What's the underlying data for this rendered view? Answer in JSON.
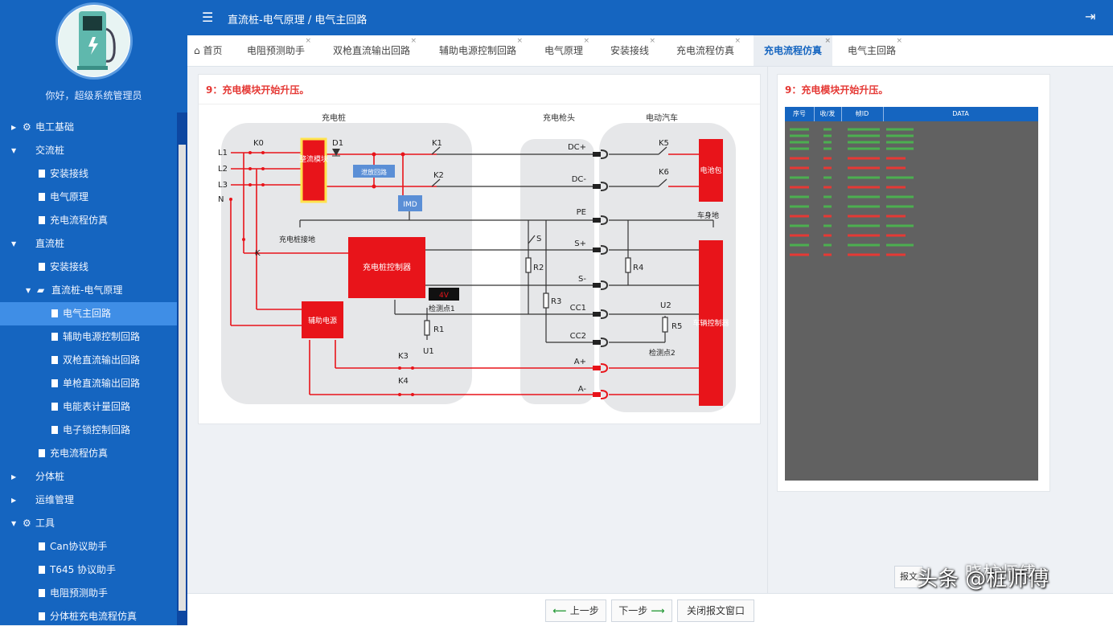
{
  "sidebar": {
    "greeting": "你好，超级系统管理员",
    "items": [
      {
        "label": "电工基础"
      },
      {
        "label": "交流桩"
      },
      {
        "label": "安装接线"
      },
      {
        "label": "电气原理"
      },
      {
        "label": "充电流程仿真"
      },
      {
        "label": "直流桩"
      },
      {
        "label": "安装接线"
      },
      {
        "label": "直流桩-电气原理"
      },
      {
        "label": "电气主回路"
      },
      {
        "label": "辅助电源控制回路"
      },
      {
        "label": "双枪直流输出回路"
      },
      {
        "label": "单枪直流输出回路"
      },
      {
        "label": "电能表计量回路"
      },
      {
        "label": "电子锁控制回路"
      },
      {
        "label": "充电流程仿真"
      },
      {
        "label": "分体桩"
      },
      {
        "label": "运维管理"
      },
      {
        "label": "工具"
      },
      {
        "label": "Can协议助手"
      },
      {
        "label": "T645 协议助手"
      },
      {
        "label": "电阻预测助手"
      },
      {
        "label": "分体桩充电流程仿真"
      }
    ]
  },
  "header": {
    "breadcrumb": "直流桩-电气原理 / 电气主回路"
  },
  "tabs": [
    {
      "label": "首页"
    },
    {
      "label": "电阻预测助手"
    },
    {
      "label": "双枪直流输出回路"
    },
    {
      "label": "辅助电源控制回路"
    },
    {
      "label": "电气原理"
    },
    {
      "label": "安装接线"
    },
    {
      "label": "充电流程仿真"
    },
    {
      "label": "充电流程仿真"
    },
    {
      "label": "电气主回路"
    }
  ],
  "left_panel": {
    "step_title": "9：充电模块开始升压。",
    "diagram": {
      "section_pile": "充电桩",
      "section_gun": "充电枪头",
      "section_car": "电动汽车",
      "lines": [
        "L1",
        "L2",
        "L3",
        "N"
      ],
      "k0": "K0",
      "d1": "D1",
      "k1": "K1",
      "k2": "K2",
      "k_aux": "K",
      "k3": "K3",
      "k4": "K4",
      "rect_module": "整流模块",
      "discharge": "泄放回路",
      "imd": "IMD",
      "pile_ground": "充电桩接地",
      "controller": "充电桩控制器",
      "aux_power": "辅助电源",
      "voltage": "4V",
      "check1": "检测点1",
      "r1": "R1",
      "u1": "U1",
      "gun_pins": [
        "DC+",
        "DC-",
        "PE",
        "S+",
        "S-",
        "CC1",
        "CC2",
        "A+",
        "A-"
      ],
      "s": "S",
      "r2": "R2",
      "r3": "R3",
      "r4": "R4",
      "r5": "R5",
      "k5": "K5",
      "k6": "K6",
      "battery": "电池包",
      "body_ground": "车身地",
      "vehicle_ctrl": "车辆控制器",
      "u2": "U2",
      "check2": "检测点2"
    }
  },
  "right_panel": {
    "step_title": "9：充电模块开始升压。",
    "columns": [
      "序号",
      "收/发",
      "帧ID",
      "DATA"
    ]
  },
  "footer": {
    "prev": "上一步",
    "next": "下一步",
    "close": "关闭报文窗口",
    "small_btn": "报文"
  },
  "watermark": {
    "text1": "头条 @桩师傅",
    "text2": "晓桩师傅"
  },
  "colors": {
    "primary": "#1565c0",
    "red": "#e8141a",
    "step_red": "#e53935"
  }
}
